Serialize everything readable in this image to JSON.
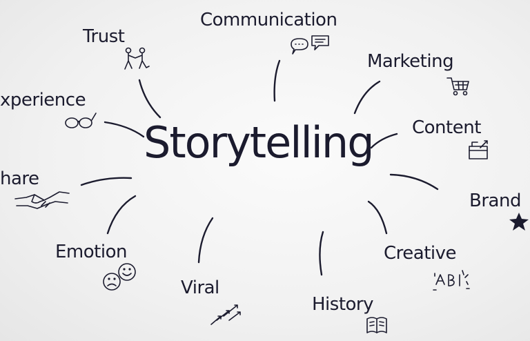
{
  "center": {
    "label": "Storytelling"
  },
  "nodes": [
    {
      "id": "communication",
      "label": "Communication",
      "icon": "speech-bubbles-icon"
    },
    {
      "id": "trust",
      "label": "Trust",
      "icon": "handshake-people-icon"
    },
    {
      "id": "marketing",
      "label": "Marketing",
      "icon": "shopping-cart-icon"
    },
    {
      "id": "experience",
      "label": "xperience",
      "icon": "glasses-icon"
    },
    {
      "id": "content",
      "label": "Content",
      "icon": "folder-icon"
    },
    {
      "id": "share",
      "label": "hare",
      "icon": "handshake-icon"
    },
    {
      "id": "brand",
      "label": "Brand",
      "icon": "star-icon"
    },
    {
      "id": "emotion",
      "label": "Emotion",
      "icon": "smiley-faces-icon"
    },
    {
      "id": "creative",
      "label": "Creative",
      "icon": "sparkle-letters-icon"
    },
    {
      "id": "viral",
      "label": "Viral",
      "icon": "arrows-icon"
    },
    {
      "id": "history",
      "label": "History",
      "icon": "open-book-icon"
    }
  ],
  "colors": {
    "ink": "#1b1b2e",
    "background": "#f3f3f3"
  }
}
